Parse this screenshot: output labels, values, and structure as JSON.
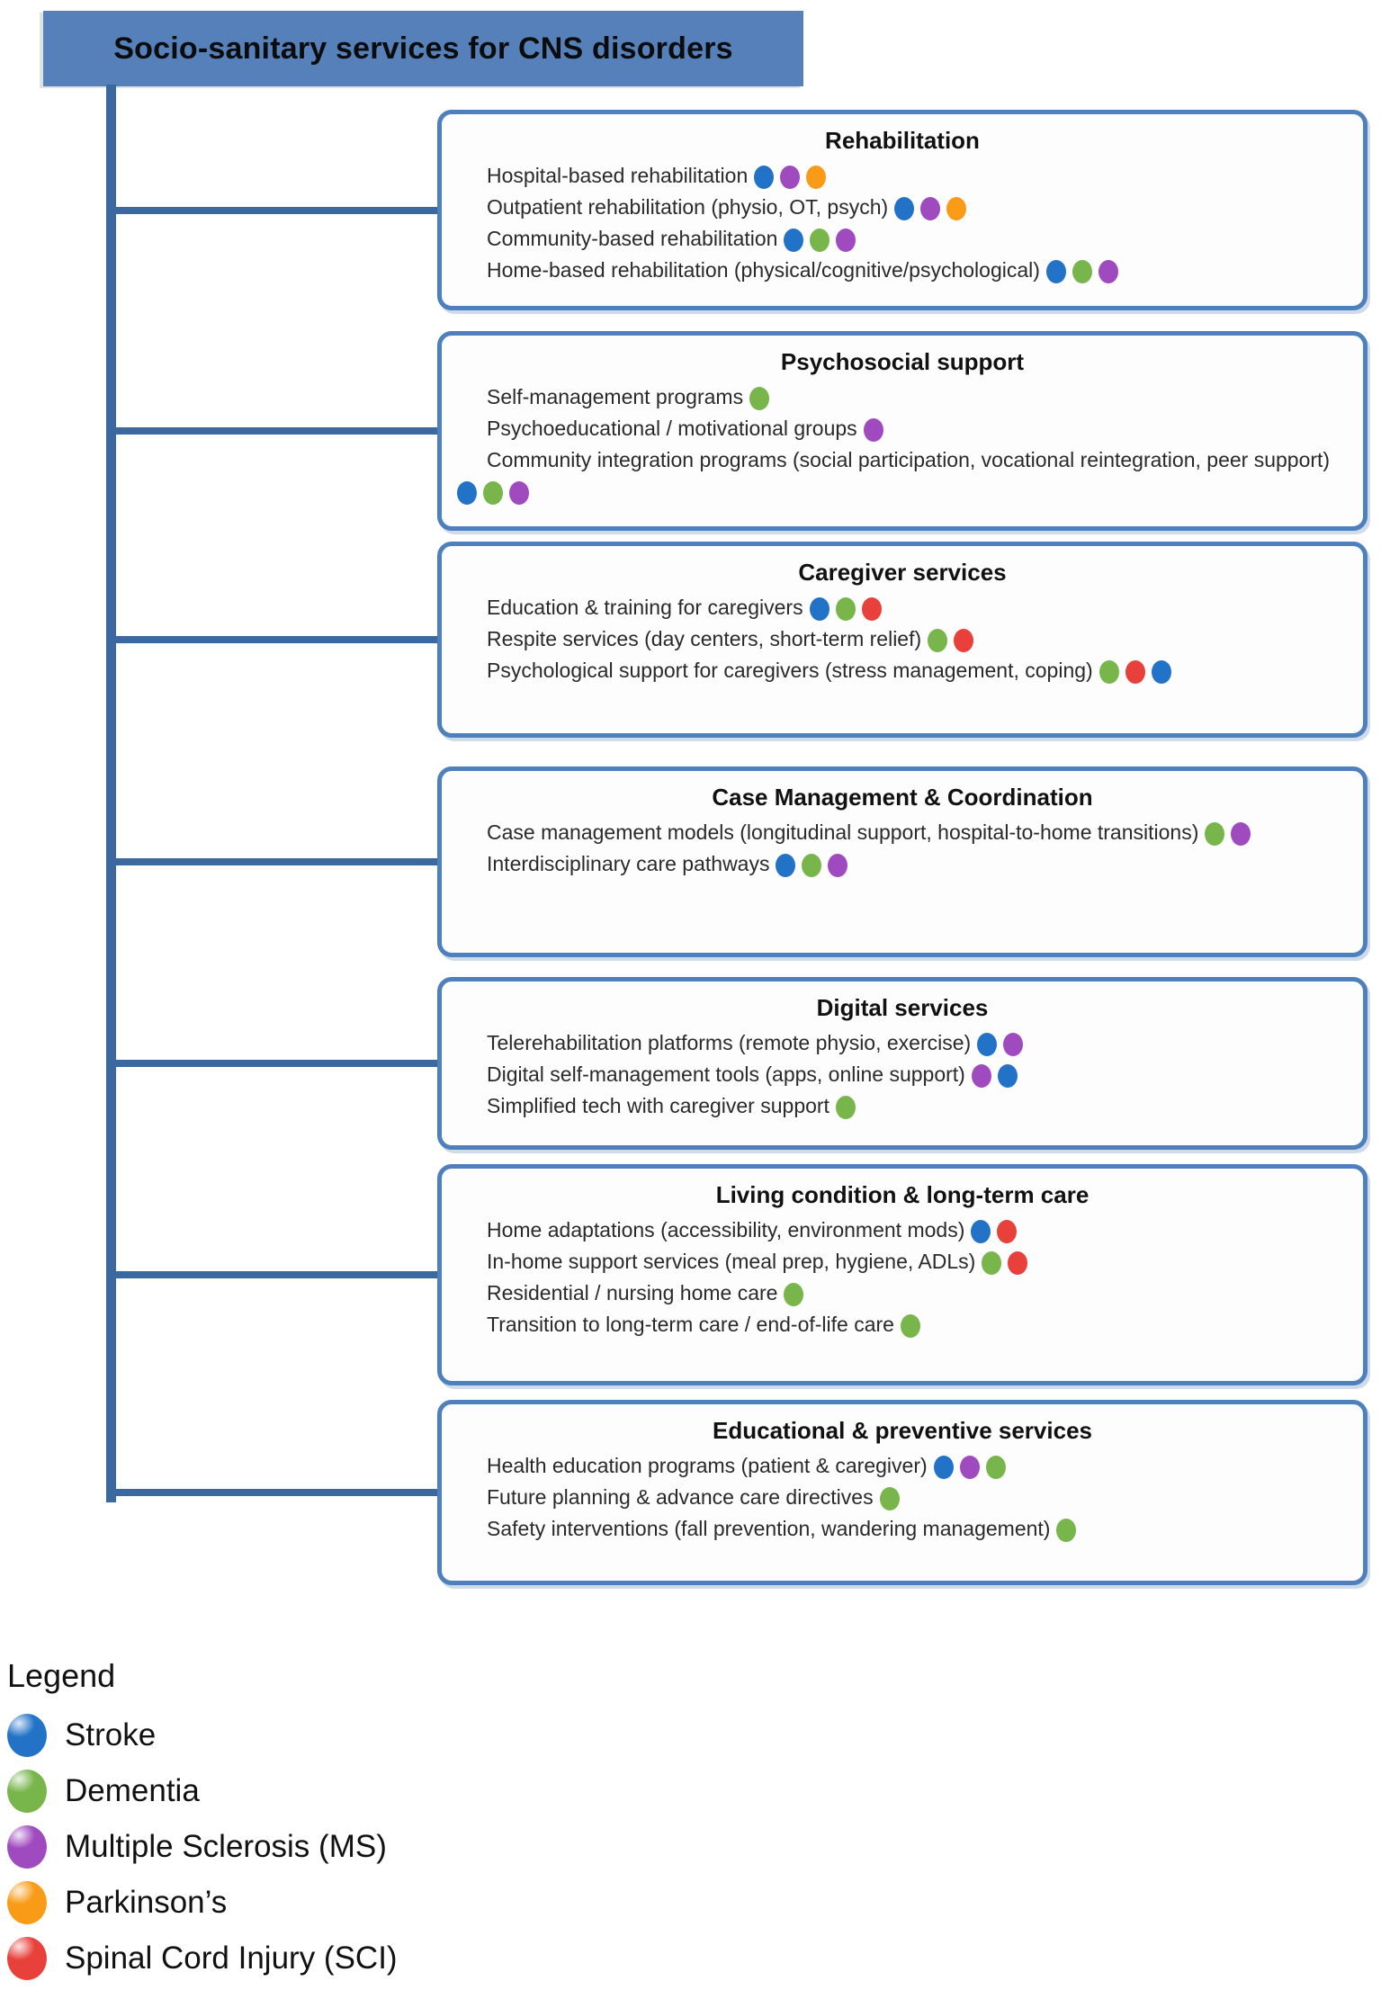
{
  "title": "Socio-sanitary services for CNS disorders",
  "palette": {
    "stroke": "#2273c8",
    "dementia": "#78b54b",
    "ms": "#a04ac0",
    "parkinsons": "#f99b17",
    "sci": "#e8413b"
  },
  "sections": [
    {
      "title": "Rehabilitation",
      "items": [
        {
          "label": "Hospital-based rehabilitation",
          "dots": [
            "stroke",
            "ms",
            "parkinsons"
          ]
        },
        {
          "label": "Outpatient rehabilitation (physio, OT, psych)",
          "dots": [
            "stroke",
            "ms",
            "parkinsons"
          ]
        },
        {
          "label": "Community-based rehabilitation",
          "dots": [
            "stroke",
            "dementia",
            "ms"
          ]
        },
        {
          "label": "Home-based rehabilitation (physical/cognitive/psychological)",
          "dots": [
            "stroke",
            "dementia",
            "ms"
          ]
        }
      ]
    },
    {
      "title": "Psychosocial support",
      "items": [
        {
          "label": "Self-management programs",
          "dots": [
            "dementia"
          ]
        },
        {
          "label": "Psychoeducational / motivational groups",
          "dots": [
            "ms"
          ]
        },
        {
          "label": "Community integration programs (social participation, vocational reintegration, peer support)",
          "dots": [
            "stroke",
            "dementia",
            "ms"
          ]
        }
      ]
    },
    {
      "title": "Caregiver services",
      "items": [
        {
          "label": "Education & training for caregivers",
          "dots": [
            "stroke",
            "dementia",
            "sci"
          ]
        },
        {
          "label": "Respite services (day centers, short-term relief)",
          "dots": [
            "dementia",
            "sci"
          ]
        },
        {
          "label": "Psychological support for caregivers (stress management, coping)",
          "dots": [
            "dementia",
            "sci",
            "stroke"
          ]
        }
      ]
    },
    {
      "title": "Case Management & Coordination",
      "items": [
        {
          "label": "Case management models (longitudinal support, hospital-to-home transitions)",
          "dots": [
            "dementia",
            "ms"
          ]
        },
        {
          "label": "Interdisciplinary care pathways",
          "dots": [
            "stroke",
            "dementia",
            "ms"
          ]
        }
      ]
    },
    {
      "title": "Digital services",
      "items": [
        {
          "label": "Telerehabilitation platforms (remote physio, exercise)",
          "dots": [
            "stroke",
            "ms"
          ]
        },
        {
          "label": "Digital self-management tools (apps, online support)",
          "dots": [
            "ms",
            "stroke"
          ]
        },
        {
          "label": "Simplified tech with caregiver support",
          "dots": [
            "dementia"
          ]
        }
      ]
    },
    {
      "title": "Living condition & long-term care",
      "items": [
        {
          "label": "Home adaptations (accessibility, environment mods)",
          "dots": [
            "stroke",
            "sci"
          ]
        },
        {
          "label": "In-home support services (meal prep, hygiene, ADLs)",
          "dots": [
            "dementia",
            "sci"
          ]
        },
        {
          "label": "Residential / nursing home care",
          "dots": [
            "dementia"
          ]
        },
        {
          "label": "Transition to long-term care / end-of-life care",
          "dots": [
            "dementia"
          ]
        }
      ]
    },
    {
      "title": "Educational & preventive services",
      "items": [
        {
          "label": "Health education programs (patient & caregiver)",
          "dots": [
            "stroke",
            "ms",
            "dementia"
          ]
        },
        {
          "label": "Future planning & advance care directives",
          "dots": [
            "dementia"
          ]
        },
        {
          "label": "Safety interventions (fall prevention, wandering management)",
          "dots": [
            "dementia"
          ]
        }
      ]
    }
  ],
  "legend": {
    "title": "Legend",
    "items": [
      {
        "key": "stroke",
        "label": "Stroke"
      },
      {
        "key": "dementia",
        "label": "Dementia"
      },
      {
        "key": "ms",
        "label": "Multiple Sclerosis (MS)"
      },
      {
        "key": "parkinsons",
        "label": "Parkinson’s"
      },
      {
        "key": "sci",
        "label": "Spinal Cord Injury (SCI)"
      }
    ]
  }
}
